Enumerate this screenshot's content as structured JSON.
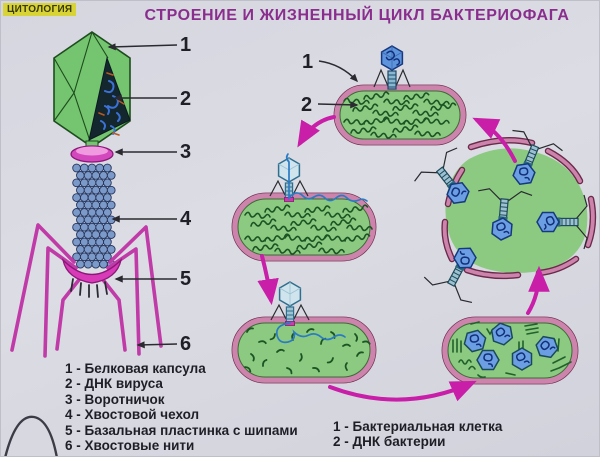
{
  "corner_tag": "ЦИТОЛОГИЯ",
  "title": "СТРОЕНИЕ И ЖИЗНЕННЫЙ ЦИКЛ БАКТЕРИОФАГА",
  "structure": {
    "numbers": [
      "1",
      "2",
      "3",
      "4",
      "5",
      "6"
    ],
    "legend": [
      "1 - Белковая капсула",
      "2 - ДНК вируса",
      "3 - Воротничок",
      "4 - Хвостовой чехол",
      "5 - Базальная пластинка с шипами",
      "6 - Хвостовые нити"
    ]
  },
  "cycle": {
    "numbers": [
      "1",
      "2"
    ],
    "legend": [
      "1 - Бактериальная клетка",
      "2 - ДНК бактерии"
    ]
  },
  "colors": {
    "background": "#d8d8e0",
    "title_purple": "#8a2e8e",
    "tag_yellow": "#d8d438",
    "arrow_magenta": "#c81ea8",
    "cell_green": "#8bca80",
    "membrane_pink": "#cc84ac",
    "membrane_edge": "#6b2a4a",
    "capsid_green": "#74c470",
    "phage_head_blue": "#6b9ee2",
    "dna_blue": "#2b7bc4",
    "tail_beads_blue": "#7b9aca",
    "collar_magenta": "#d348bc",
    "dna_dark_green": "#1c5424"
  }
}
